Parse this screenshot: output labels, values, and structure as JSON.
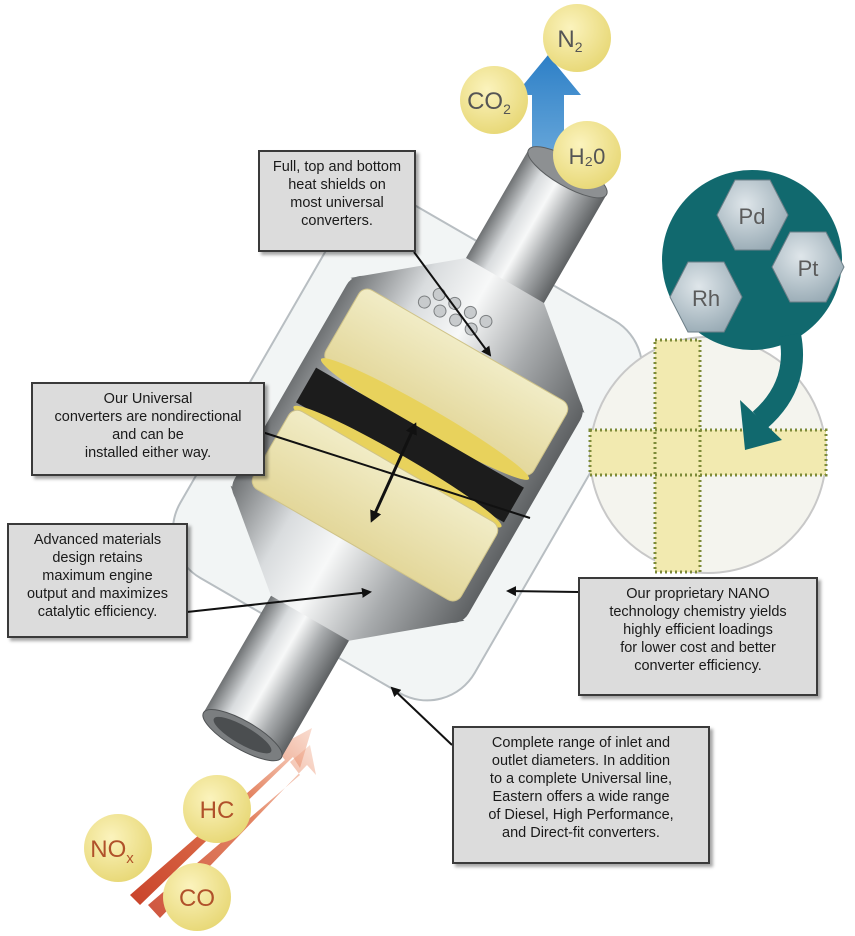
{
  "callouts": {
    "heat_shields": "Full, top and bottom\nheat shields on\nmost universal\nconverters.",
    "nondirectional": "Our Universal\nconverters are nondirectional\nand can be\ninstalled either way.",
    "materials": "Advanced materials\ndesign retains\nmaximum engine\noutput and maximizes\ncatalytic efficiency.",
    "nano": "Our proprietary NANO\ntechnology chemistry yields\nhighly efficient loadings\nfor lower cost and better\nconverter efficiency.",
    "range": "Complete range of inlet and\noutlet diameters. In addition\nto a complete Universal line,\nEastern offers a wide range\nof Diesel, High Performance,\nand Direct-fit converters."
  },
  "outputs": {
    "n2": "N",
    "n2_sub": "2",
    "co2": "CO",
    "co2_sub": "2",
    "h2o": "H₂0"
  },
  "inputs": {
    "nox": "NO",
    "nox_sub": "x",
    "hc": "HC",
    "co": "CO"
  },
  "metals": {
    "pd": "Pd",
    "pt": "Pt",
    "rh": "Rh"
  },
  "colors": {
    "callout_bg": "#dcdcdc",
    "molecule": "#f2e694",
    "molecule_text_out": "#555555",
    "molecule_text_in": "#b0512a",
    "outlet_arrow": "#3f8fd0",
    "inlet_arrow": "#d9562a",
    "catalyst_teal": "#11696e",
    "hexagon": "#a9b9c2"
  }
}
